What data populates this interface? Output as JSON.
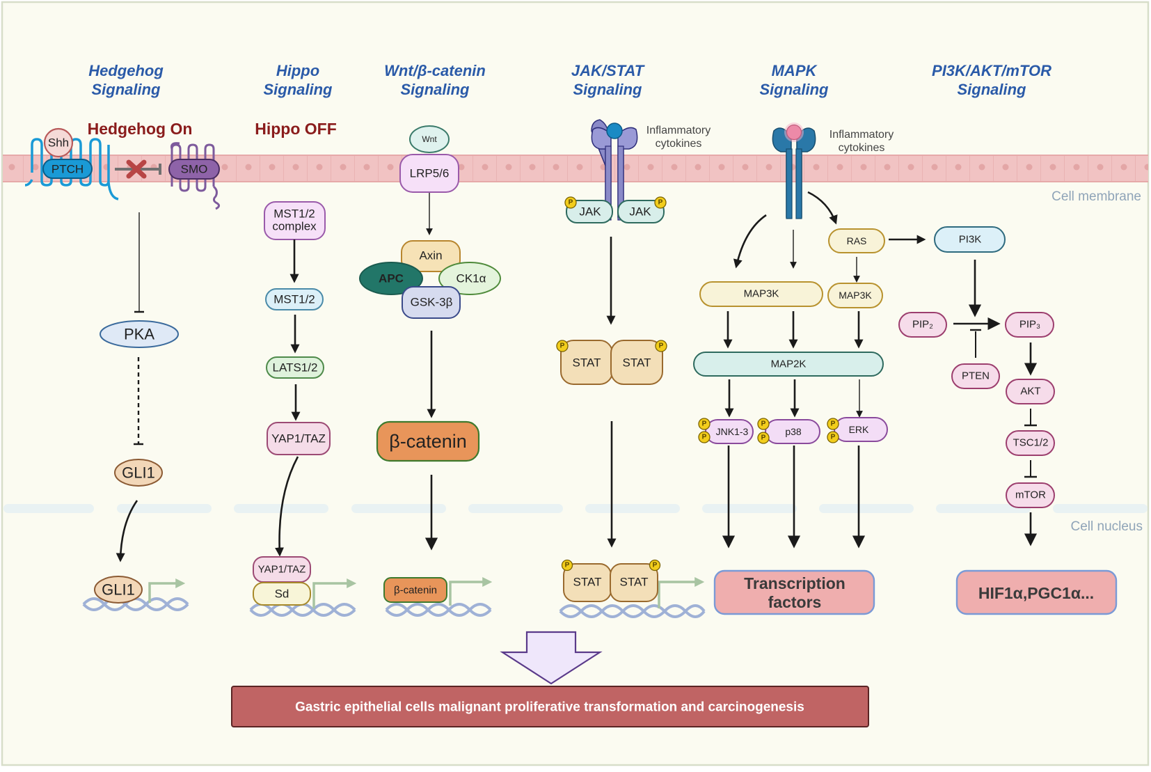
{
  "diagram": {
    "background": "#fbfbf1",
    "colors": {
      "title_blue": "#2a5aa8",
      "state_red": "#8a1c1c",
      "membrane": "#f1c3c3",
      "outcome_box": "#c06464",
      "tf_box": "#efaeae"
    },
    "pathways": [
      {
        "title_line1": "Hedgehog",
        "title_line2": "Signaling"
      },
      {
        "title_line1": "Hippo",
        "title_line2": "Signaling"
      },
      {
        "title_line1": "Wnt/β-catenin",
        "title_line2": "Signaling"
      },
      {
        "title_line1": "JAK/STAT",
        "title_line2": "Signaling"
      },
      {
        "title_line1": "MAPK",
        "title_line2": "Signaling"
      },
      {
        "title_line1": "PI3K/AKT/mTOR",
        "title_line2": "Signaling"
      }
    ],
    "states": {
      "hedgehog": "Hedgehog On",
      "hippo": "Hippo OFF"
    },
    "regions": {
      "membrane": "Cell membrane",
      "nucleus": "Cell nucleus"
    },
    "hedgehog": {
      "ligand": "Shh",
      "receptor": "PTCH",
      "smo": "SMO",
      "pka": "PKA",
      "gli_cyto": "GLI1",
      "gli_nuc": "GLI1"
    },
    "hippo": {
      "mst_complex_l1": "MST1/2",
      "mst_complex_l2": "complex",
      "mst": "MST1/2",
      "lats": "LATS1/2",
      "yap_cyto": "YAP1/TAZ",
      "yap_nuc": "YAP1/TAZ",
      "sd": "Sd"
    },
    "wnt": {
      "ligand": "Wnt",
      "receptor": "LRP5/6",
      "axin": "Axin",
      "apc": "APC",
      "ck1": "CK1α",
      "gsk": "GSK-3β",
      "bcat_cyto": "β-catenin",
      "bcat_nuc": "β-catenin"
    },
    "jakstat": {
      "cytokine_l1": "Inflammatory",
      "cytokine_l2": "cytokines",
      "jak_left": "JAK",
      "jak_right": "JAK",
      "stat_cyto": [
        "STAT",
        "STAT"
      ],
      "stat_nuc": [
        "STAT",
        "STAT"
      ],
      "phospho": "P"
    },
    "mapk": {
      "cytokine_l1": "Inflammatory",
      "cytokine_l2": "cytokines",
      "ras": "RAS",
      "map3k_main": "MAP3K",
      "map3k_ras": "MAP3K",
      "map2k": "MAP2K",
      "jnk": "JNK1-3",
      "p38": "p38",
      "erk": "ERK",
      "tf_line1": "Transcription",
      "tf_line2": "factors"
    },
    "pi3k": {
      "pi3k": "PI3K",
      "pip2": "PIP₂",
      "pip3": "PIP₃",
      "pten": "PTEN",
      "akt": "AKT",
      "tsc": "TSC1/2",
      "mtor": "mTOR",
      "targets": "HIF1α,PGC1α..."
    },
    "outcome": "Gastric epithelial cells  malignant proliferative transformation and carcinogenesis"
  }
}
